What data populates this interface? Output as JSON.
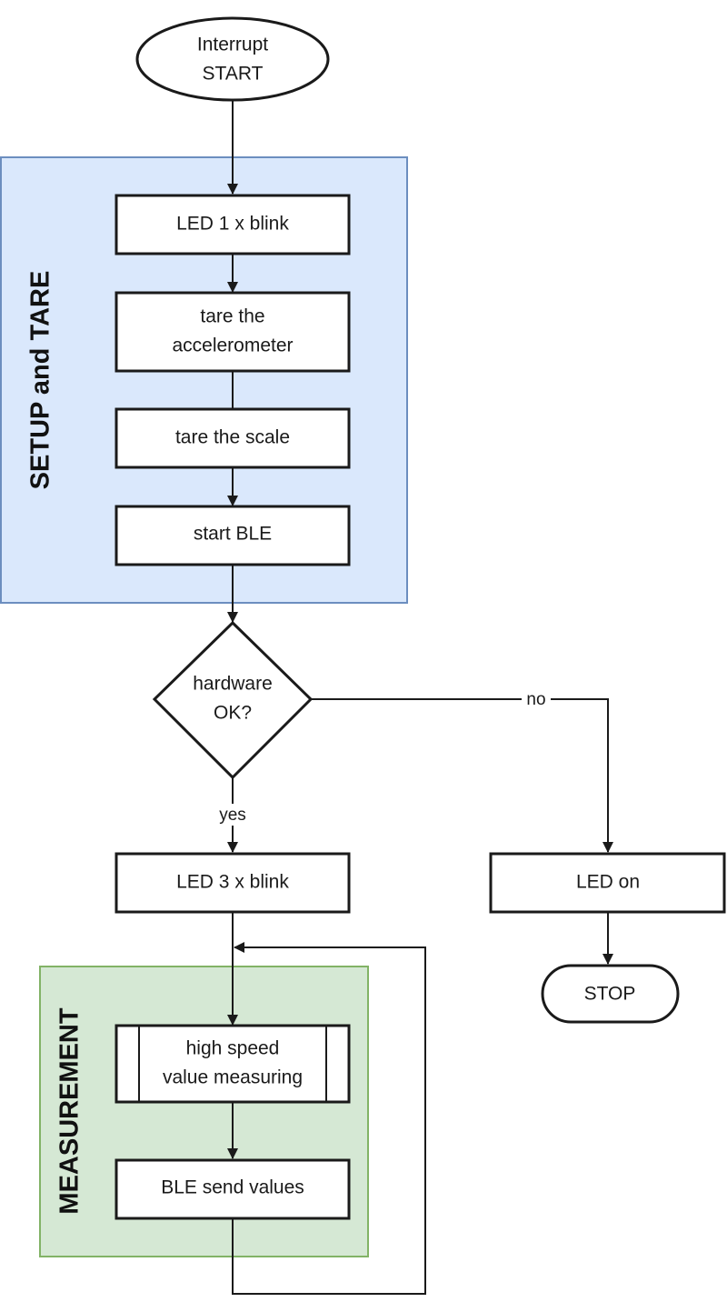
{
  "colors": {
    "setup_group_fill": "#dae8fc",
    "setup_group_stroke": "#6c8ebf",
    "measurement_group_fill": "#d5e8d4",
    "measurement_group_stroke": "#82b366",
    "node_stroke": "#1a1a1a",
    "node_fill": "#ffffff"
  },
  "groups": {
    "setup": {
      "label": "SETUP and TARE"
    },
    "measurement": {
      "label": "MEASUREMENT"
    }
  },
  "nodes": {
    "start": {
      "line1": "Interrupt",
      "line2": "START"
    },
    "led1": {
      "label": "LED 1 x blink"
    },
    "tare_acc": {
      "line1": "tare the",
      "line2": "accelerometer"
    },
    "tare_scale": {
      "label": "tare the scale"
    },
    "start_ble": {
      "label": "start BLE"
    },
    "decision": {
      "line1": "hardware",
      "line2": "OK?"
    },
    "led3": {
      "label": "LED 3 x blink"
    },
    "led_on": {
      "label": "LED on"
    },
    "stop": {
      "label": "STOP"
    },
    "measure": {
      "line1": "high speed",
      "line2": "value measuring"
    },
    "ble_send": {
      "label": "BLE send values"
    }
  },
  "edges": {
    "yes_label": "yes",
    "no_label": "no"
  }
}
